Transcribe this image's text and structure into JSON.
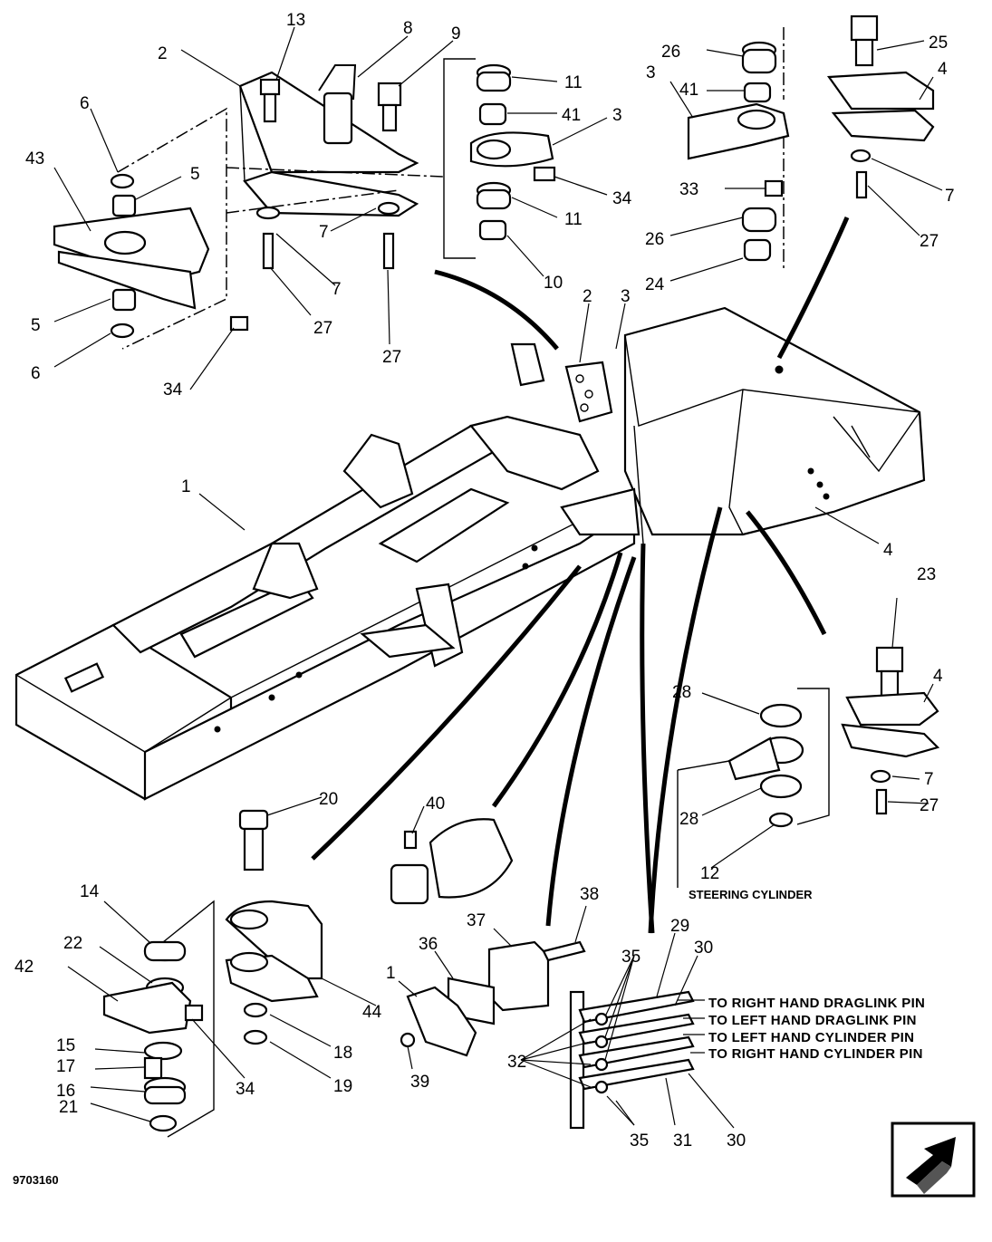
{
  "callouts": [
    {
      "n": "13"
    },
    {
      "n": "8"
    },
    {
      "n": "9"
    },
    {
      "n": "2"
    },
    {
      "n": "6"
    },
    {
      "n": "43"
    },
    {
      "n": "5"
    },
    {
      "n": "5"
    },
    {
      "n": "6"
    },
    {
      "n": "34"
    },
    {
      "n": "7"
    },
    {
      "n": "7"
    },
    {
      "n": "27"
    },
    {
      "n": "27"
    },
    {
      "n": "11"
    },
    {
      "n": "41"
    },
    {
      "n": "3"
    },
    {
      "n": "34"
    },
    {
      "n": "11"
    },
    {
      "n": "10"
    },
    {
      "n": "26"
    },
    {
      "n": "41"
    },
    {
      "n": "3"
    },
    {
      "n": "33"
    },
    {
      "n": "26"
    },
    {
      "n": "24"
    },
    {
      "n": "25"
    },
    {
      "n": "4"
    },
    {
      "n": "7"
    },
    {
      "n": "27"
    },
    {
      "n": "2"
    },
    {
      "n": "3"
    },
    {
      "n": "1"
    },
    {
      "n": "4"
    },
    {
      "n": "23"
    },
    {
      "n": "4"
    },
    {
      "n": "28"
    },
    {
      "n": "7"
    },
    {
      "n": "28"
    },
    {
      "n": "27"
    },
    {
      "n": "12"
    },
    {
      "n": "20"
    },
    {
      "n": "40"
    },
    {
      "n": "38"
    },
    {
      "n": "37"
    },
    {
      "n": "36"
    },
    {
      "n": "1"
    },
    {
      "n": "39"
    },
    {
      "n": "29"
    },
    {
      "n": "30"
    },
    {
      "n": "35"
    },
    {
      "n": "32"
    },
    {
      "n": "35"
    },
    {
      "n": "31"
    },
    {
      "n": "30"
    },
    {
      "n": "14"
    },
    {
      "n": "22"
    },
    {
      "n": "42"
    },
    {
      "n": "15"
    },
    {
      "n": "17"
    },
    {
      "n": "16"
    },
    {
      "n": "21"
    },
    {
      "n": "34"
    },
    {
      "n": "44"
    },
    {
      "n": "18"
    },
    {
      "n": "19"
    }
  ],
  "steering_caption": "STEERING CYLINDER",
  "hose_labels": [
    "TO RIGHT HAND DRAGLINK PIN",
    "TO LEFT HAND DRAGLINK PIN",
    "TO LEFT HAND CYLINDER PIN",
    "TO RIGHT HAND CYLINDER PIN"
  ],
  "figure_code": "9703160",
  "icons": [
    "orientation-arrow-icon"
  ]
}
